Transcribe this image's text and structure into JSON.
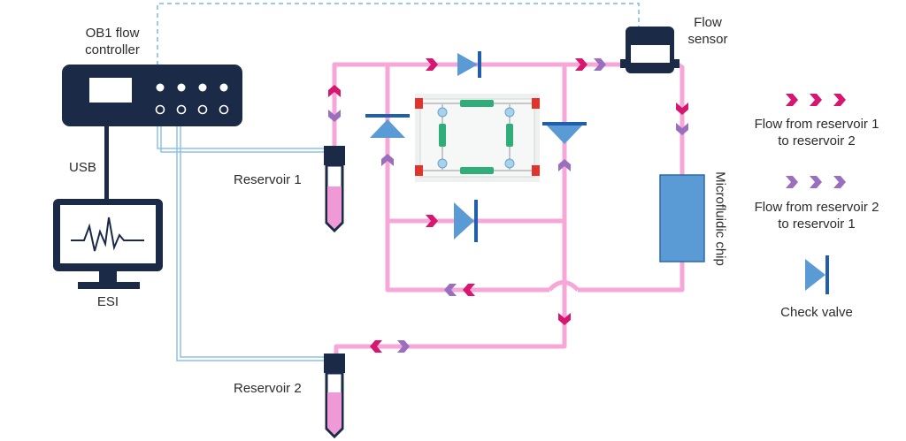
{
  "labels": {
    "controller_line1": "OB1 flow",
    "controller_line2": "controller",
    "usb": "USB",
    "esi": "ESI",
    "flow_sensor_line1": "Flow",
    "flow_sensor_line2": "sensor",
    "reservoir1": "Reservoir 1",
    "reservoir2": "Reservoir 2",
    "microfluidic_chip": "Microfluidic chip"
  },
  "legend": {
    "flow_1_to_2_line1": "Flow from reservoir 1",
    "flow_1_to_2_line2": "to reservoir 2",
    "flow_2_to_1_line1": "Flow from reservoir 2",
    "flow_2_to_1_line2": "to reservoir 1",
    "check_valve": "Check valve"
  },
  "colors": {
    "tubing": "#f7a6d8",
    "arrow_1_to_2": "#d6176f",
    "arrow_2_to_1": "#9a6fbd",
    "valve": "#5b9bd5",
    "valve_bar": "#1f5fae",
    "device_dark": "#1b2a47",
    "pressure_line": "#8ec1e6",
    "liquid": "#ef9ad6",
    "chip": "#5b9bd5"
  },
  "icons": {
    "monitor": "monitor-icon",
    "controller": "flow-controller-icon",
    "sensor": "flow-sensor-icon"
  }
}
